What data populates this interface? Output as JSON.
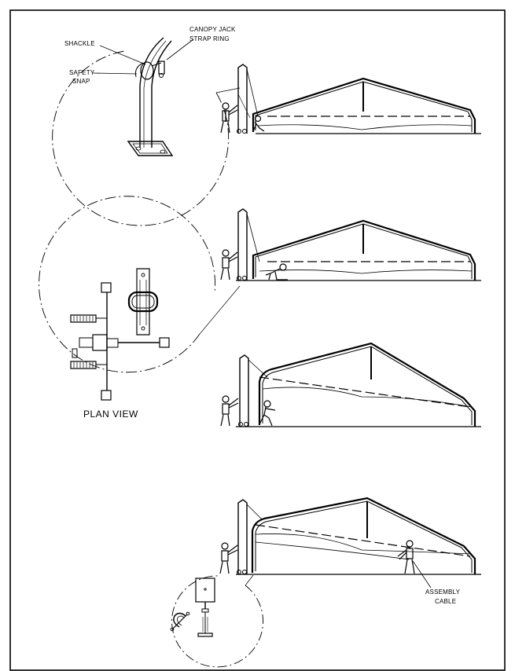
{
  "labels": {
    "shackle": "SHACKLE",
    "canopy_jack_line1": "CANOPY JACK",
    "canopy_jack_line2": "STRAP RING",
    "safety_snap_line1": "SAFETY",
    "safety_snap_line2": "SNAP",
    "plan_view": "PLAN VIEW",
    "assembly_cable_line1": "ASSEMBLY",
    "assembly_cable_line2": "CABLE"
  },
  "colors": {
    "ink": "#000000",
    "paper": "#ffffff"
  }
}
